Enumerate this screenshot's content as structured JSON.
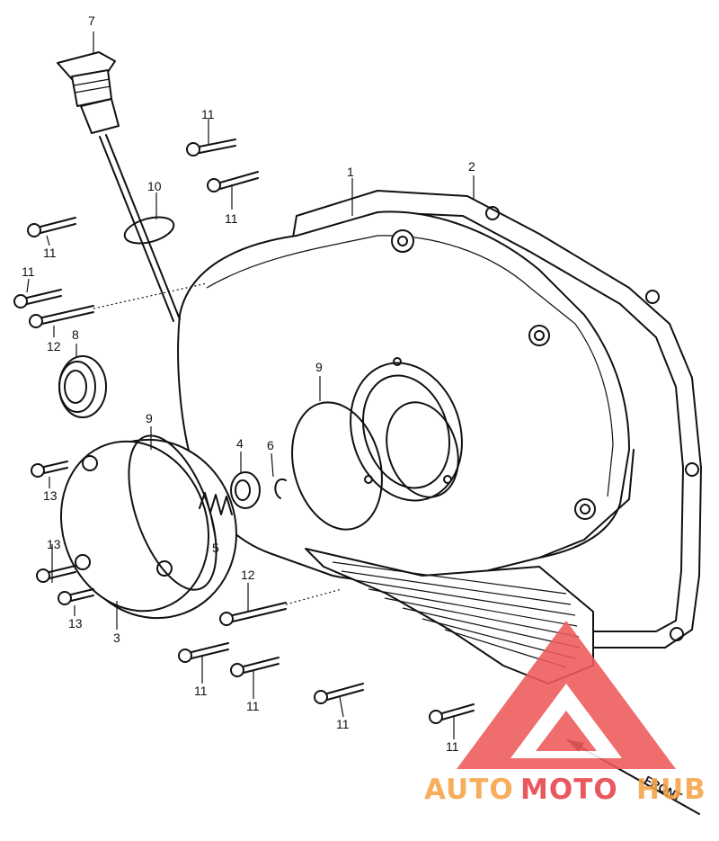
{
  "callouts": {
    "c1": "1",
    "c2": "2",
    "c3": "3",
    "c4": "4",
    "c5": "5",
    "c6": "6",
    "c7": "7",
    "c8": "8",
    "c9a": "9",
    "c9b": "9",
    "c10": "10",
    "c11a": "11",
    "c11b": "11",
    "c11c": "11",
    "c11d": "11",
    "c11e": "11",
    "c11f": "11",
    "c11g": "11",
    "c11h": "11",
    "c12a": "12",
    "c12b": "12",
    "c13a": "13",
    "c13b": "13",
    "c13c": "13"
  },
  "front_label": "FRONT",
  "watermark": {
    "part1": "AUTO",
    "part2": "MOTO",
    "part3": "HUB",
    "color_orange": "#f5a347",
    "color_red": "#e8424a",
    "color_logo": "#ee5a5a"
  }
}
